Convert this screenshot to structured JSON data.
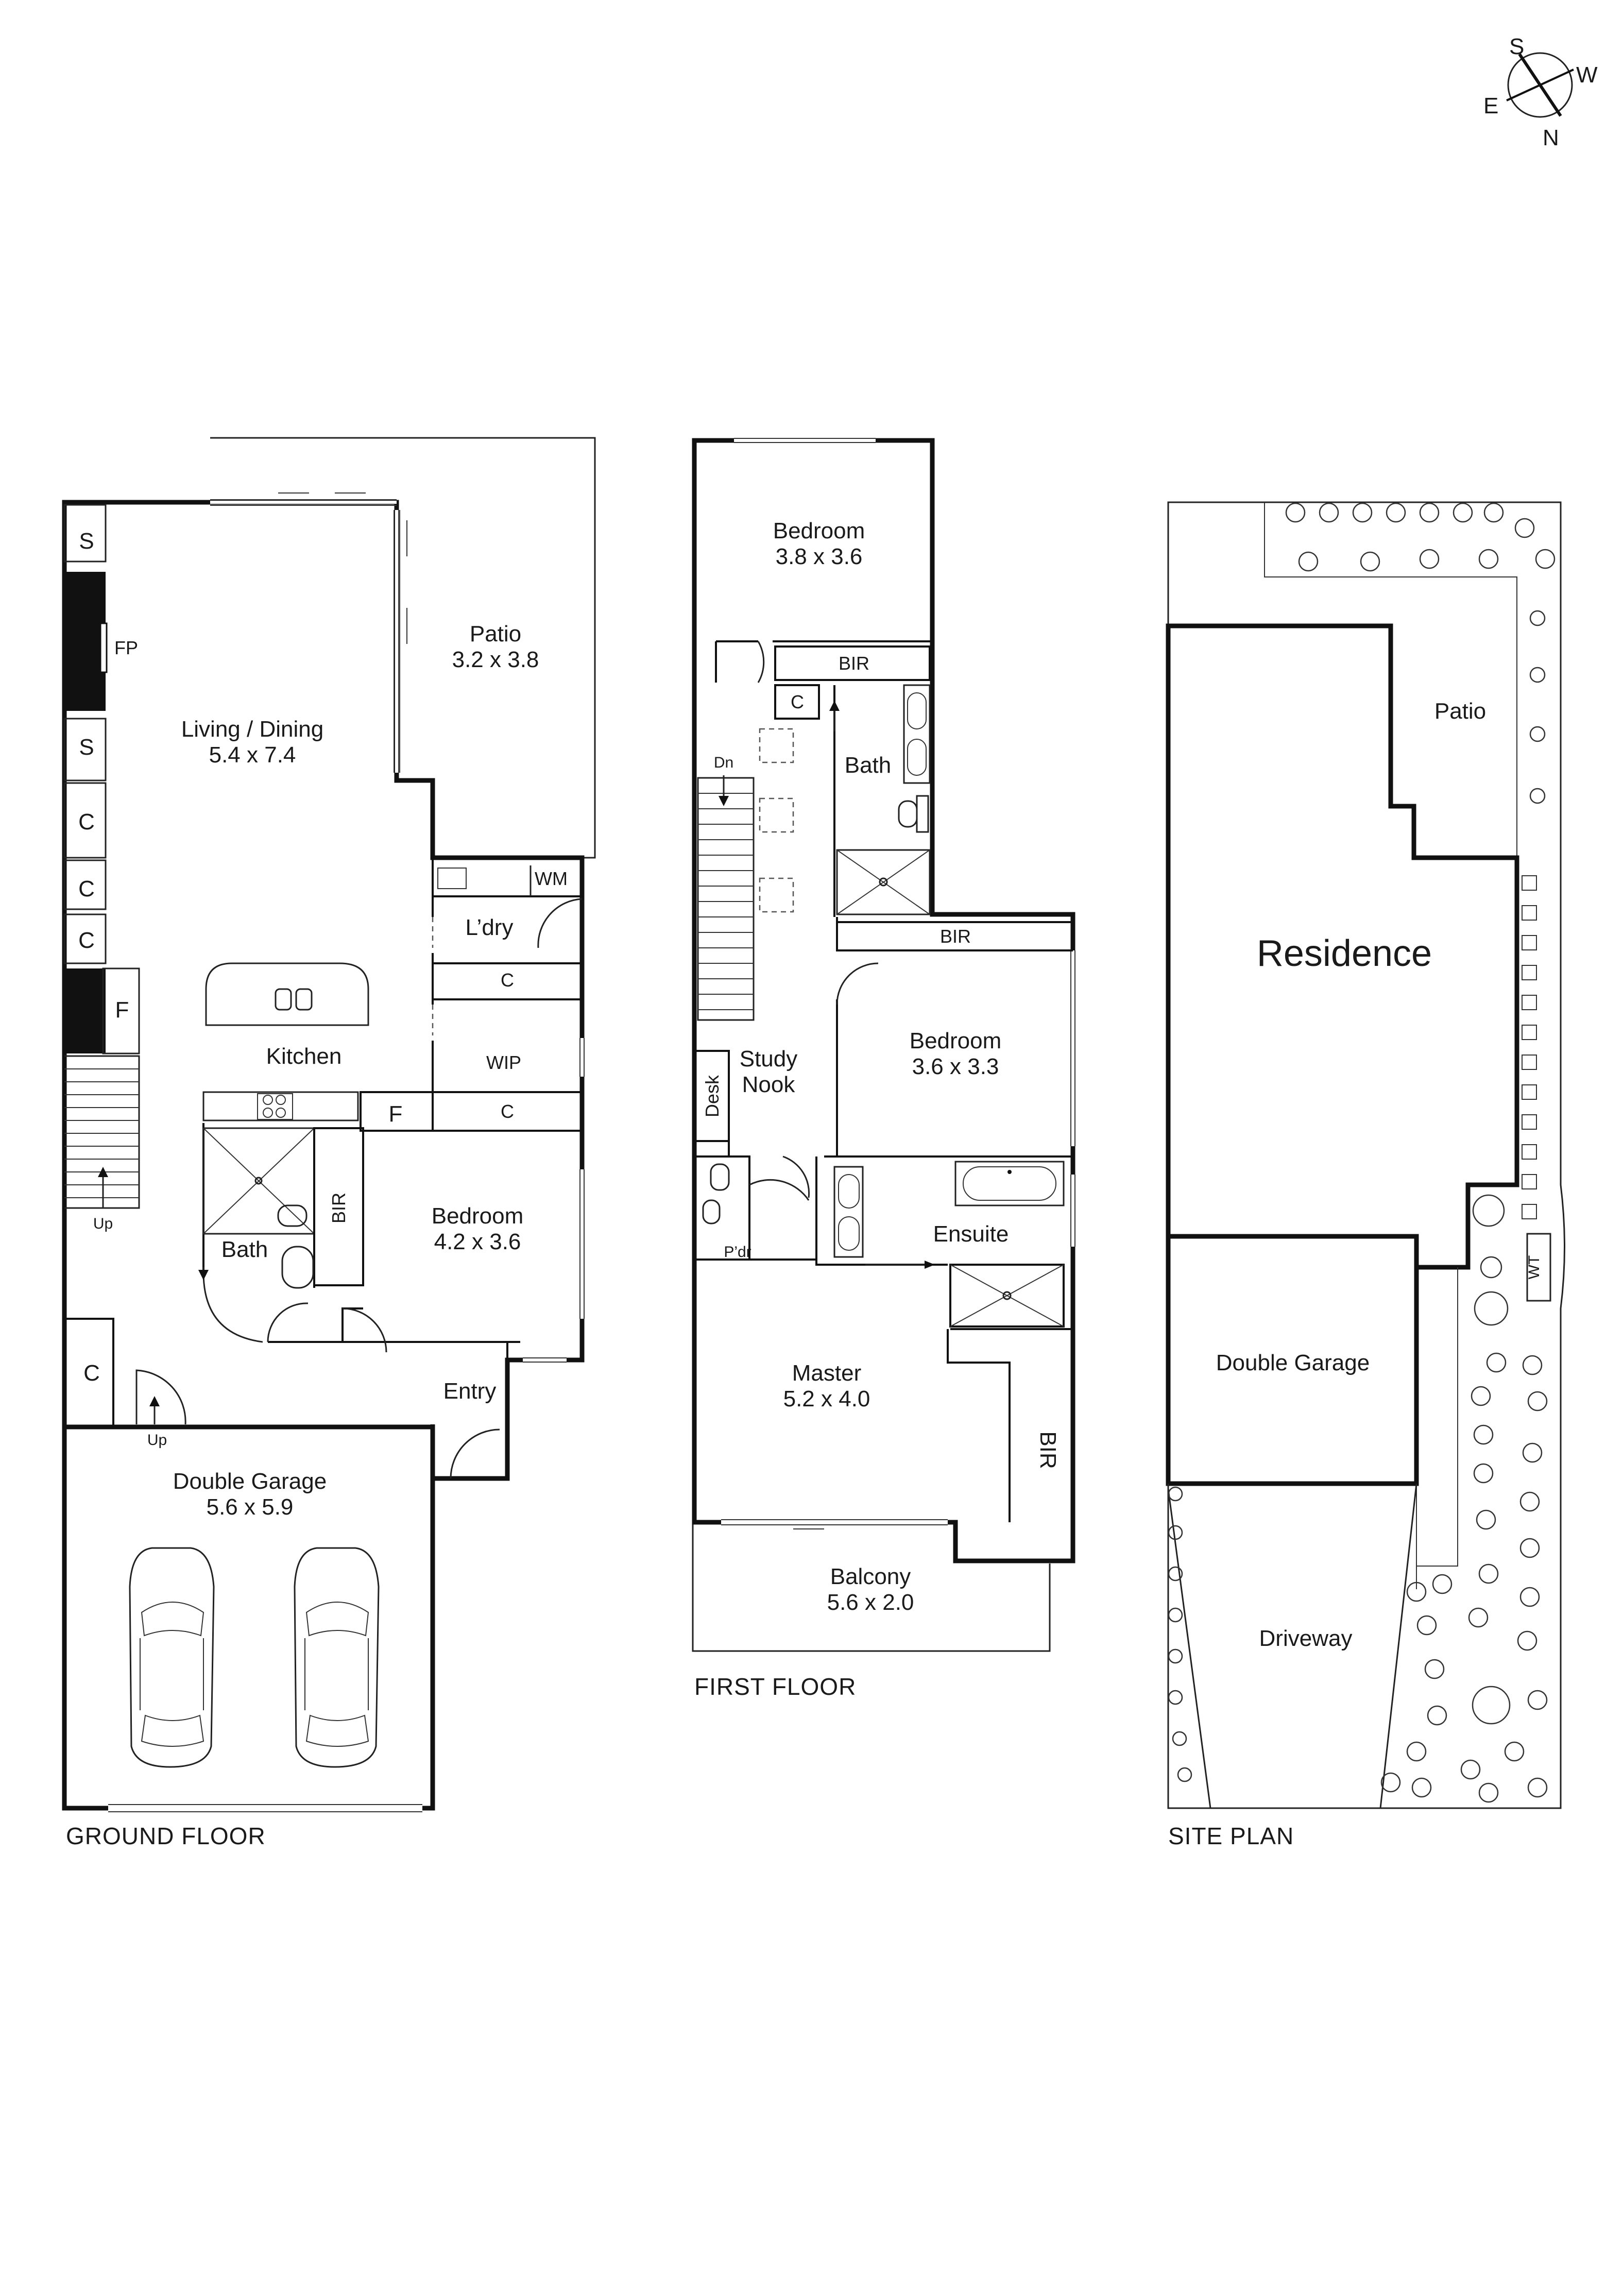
{
  "compass": {
    "s": "S",
    "w": "W",
    "e": "E",
    "n": "N"
  },
  "ground_floor": {
    "caption": "GROUND FLOOR",
    "s1": "S",
    "fp": "FP",
    "s2": "S",
    "c1": "C",
    "c2": "C",
    "c3": "C",
    "f1": "F",
    "f2": "F",
    "patio_name": "Patio",
    "patio_size": "3.2 x 3.8",
    "living_name": "Living / Dining",
    "living_size": "5.4 x 7.4",
    "wm": "WM",
    "laundry": "L’dry",
    "c_lau": "C",
    "wip": "WIP",
    "c_wip": "C",
    "kitchen": "Kitchen",
    "bir": "BIR",
    "bath": "Bath",
    "bedroom_name": "Bedroom",
    "bedroom_size": "4.2 x 3.6",
    "up1": "Up",
    "up2": "Up",
    "c_entry": "C",
    "entry": "Entry",
    "garage_name": "Double Garage",
    "garage_size": "5.6 x 5.9"
  },
  "first_floor": {
    "caption": "FIRST FLOOR",
    "bed1_name": "Bedroom",
    "bed1_size": "3.8 x 3.6",
    "bir1": "BIR",
    "c": "C",
    "dn": "Dn",
    "bath": "Bath",
    "bir2": "BIR",
    "bed2_name": "Bedroom",
    "bed2_size": "3.6 x 3.3",
    "desk": "Desk",
    "study1": "Study",
    "study2": "Nook",
    "pdr": "P’dr",
    "ensuite": "Ensuite",
    "master_name": "Master",
    "master_size": "5.2 x 4.0",
    "bir3": "BIR",
    "balcony_name": "Balcony",
    "balcony_size": "5.6 x 2.0"
  },
  "site_plan": {
    "caption": "SITE PLAN",
    "patio": "Patio",
    "residence": "Residence",
    "wt": "WT",
    "garage": "Double Garage",
    "driveway": "Driveway"
  }
}
